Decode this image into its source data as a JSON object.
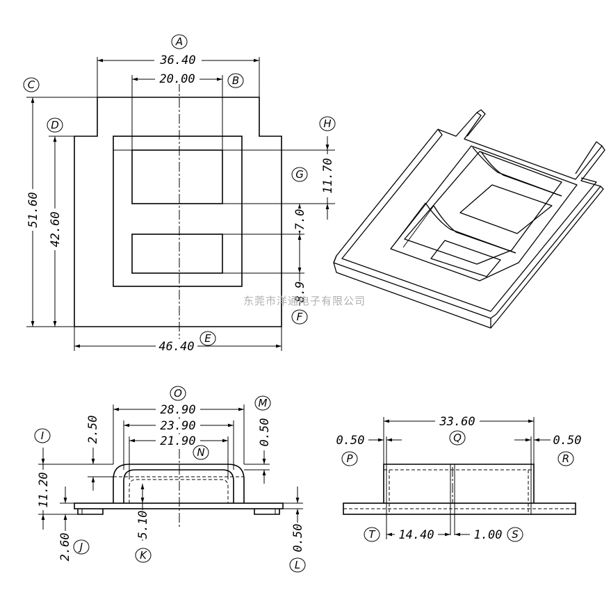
{
  "watermark": "东莞市洋通电子有限公司",
  "top_view": {
    "labels": {
      "A": "A",
      "B": "B",
      "C": "C",
      "D": "D",
      "E": "E",
      "F": "F",
      "G": "G",
      "H": "H"
    },
    "dims": {
      "width_top": "36.40",
      "width_window": "20.00",
      "height_outer": "51.60",
      "height_inner": "42.60",
      "width_bottom": "46.40",
      "dim_h": "11.70",
      "dim_g": "7.0",
      "dim_f": "8.9"
    }
  },
  "front_view": {
    "labels": {
      "I": "I",
      "J": "J",
      "K": "K",
      "L": "L",
      "M": "M",
      "N": "N",
      "O": "O"
    },
    "dims": {
      "outer": "28.90",
      "middle": "23.90",
      "inner": "21.90",
      "step": "2.50",
      "wall": "0.50",
      "height": "11.20",
      "foot": "2.60",
      "inner_h": "5.10",
      "base": "0.50"
    }
  },
  "side_view": {
    "labels": {
      "P": "P",
      "Q": "Q",
      "R": "R",
      "S": "S",
      "T": "T"
    },
    "dims": {
      "width": "33.60",
      "left_t": "0.50",
      "right_t": "0.50",
      "half": "14.40",
      "gap": "1.00"
    }
  }
}
